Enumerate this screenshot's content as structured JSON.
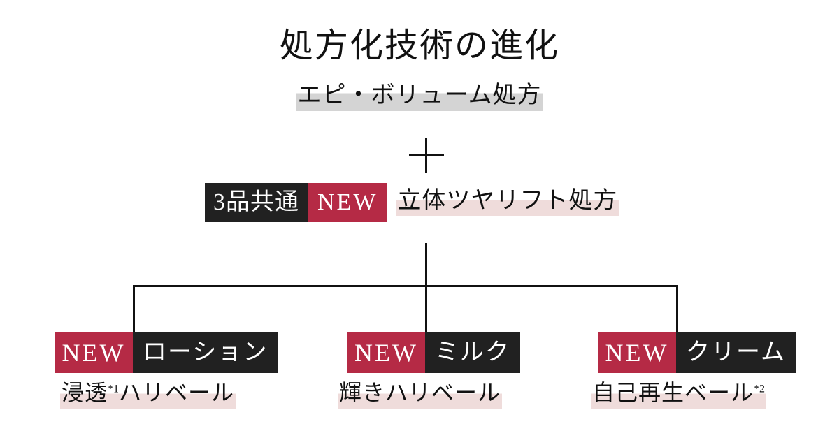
{
  "title": "処方化技術の進化",
  "subtitle": "エピ・ボリューム処方",
  "operator": "+",
  "formula": {
    "common_badge": "3品共通",
    "new_badge": "NEW",
    "name": "立体ツヤリフト処方"
  },
  "products": [
    {
      "new_badge": "NEW",
      "name": "ローション",
      "caption_pre": "浸透",
      "caption_note": "*1",
      "caption_post": "ハリベール"
    },
    {
      "new_badge": "NEW",
      "name": "ミルク",
      "caption_pre": "輝きハリベール",
      "caption_note": "",
      "caption_post": ""
    },
    {
      "new_badge": "NEW",
      "name": "クリーム",
      "caption_pre": "自己再生ベール",
      "caption_note": "*2",
      "caption_post": ""
    }
  ],
  "colors": {
    "crimson": "#b52a45",
    "dark": "#212121",
    "pink_highlight": "#efdcdb",
    "gray_highlight": "#d4d4d4",
    "text": "#111111",
    "background": "#ffffff"
  }
}
